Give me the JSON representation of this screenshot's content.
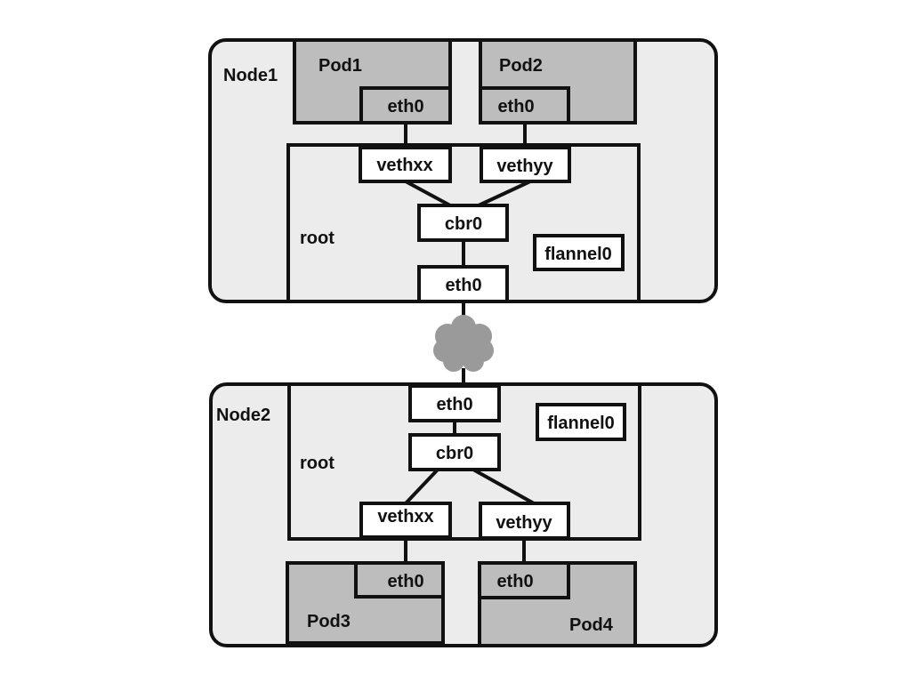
{
  "node1": {
    "label": "Node1",
    "pod_a": {
      "label": "Pod1",
      "iface": "eth0"
    },
    "pod_b": {
      "label": "Pod2",
      "iface": "eth0"
    },
    "root": {
      "label": "root",
      "veth_a": "vethxx",
      "veth_b": "vethyy",
      "bridge": "cbr0",
      "overlay": "flannel0",
      "uplink": "eth0"
    }
  },
  "node2": {
    "label": "Node2",
    "pod_a": {
      "label": "Pod3",
      "iface": "eth0"
    },
    "pod_b": {
      "label": "Pod4",
      "iface": "eth0"
    },
    "root": {
      "label": "root",
      "veth_a": "vethxx",
      "veth_b": "vethyy",
      "bridge": "cbr0",
      "overlay": "flannel0",
      "uplink": "eth0"
    }
  },
  "colors": {
    "node_fill": "#ececec",
    "pod_fill": "#bdbdbd",
    "cloud_fill": "#9a9a9a",
    "stroke": "#111111"
  },
  "icons": {
    "network": "cloud-icon"
  }
}
